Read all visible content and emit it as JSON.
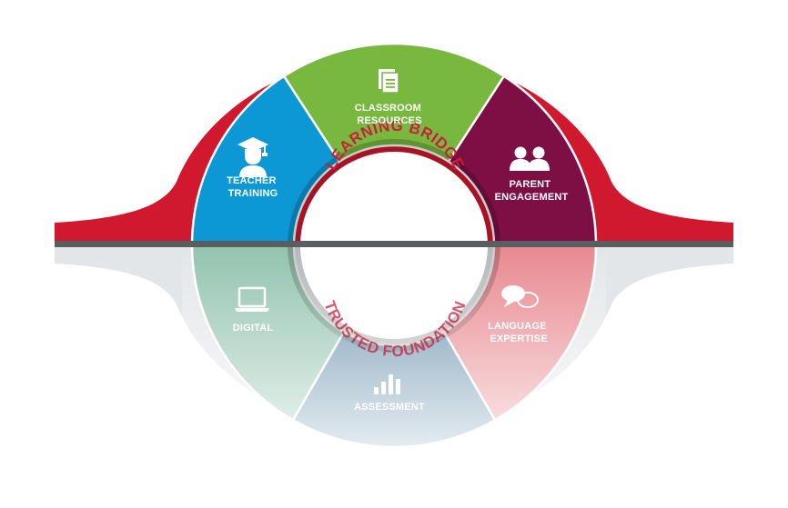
{
  "colors": {
    "bridge_red": "#d0182e",
    "road_grey": "#5b5e61",
    "reflection": "#e3e6e9",
    "ring_text": "#c8213b"
  },
  "center": {
    "top_label": "LEARNING BRIDGE",
    "bottom_label": "TRUSTED FOUNDATION"
  },
  "segments": [
    {
      "id": "teacher-training",
      "lines": [
        "TEACHER",
        "TRAINING"
      ],
      "icon": "graduate-icon",
      "color": "#0b98d4",
      "half": "top"
    },
    {
      "id": "classroom-resources",
      "lines": [
        "CLASSROOM",
        "RESOURCES"
      ],
      "icon": "documents-icon",
      "color": "#79b83e",
      "half": "top"
    },
    {
      "id": "parent-engagement",
      "lines": [
        "PARENT",
        "ENGAGEMENT"
      ],
      "icon": "people-icon",
      "color": "#7d0f45",
      "half": "top"
    },
    {
      "id": "digital",
      "lines": [
        "DIGITAL"
      ],
      "icon": "laptop-icon",
      "color": "#92c3af",
      "half": "bottom"
    },
    {
      "id": "assessment",
      "lines": [
        "ASSESSMENT"
      ],
      "icon": "bar-chart-icon",
      "color": "#6b93ad",
      "half": "bottom"
    },
    {
      "id": "language-expertise",
      "lines": [
        "LANGUAGE",
        "EXPERTISE"
      ],
      "icon": "speech-bubbles-icon",
      "color": "#e8888f",
      "half": "bottom"
    }
  ]
}
